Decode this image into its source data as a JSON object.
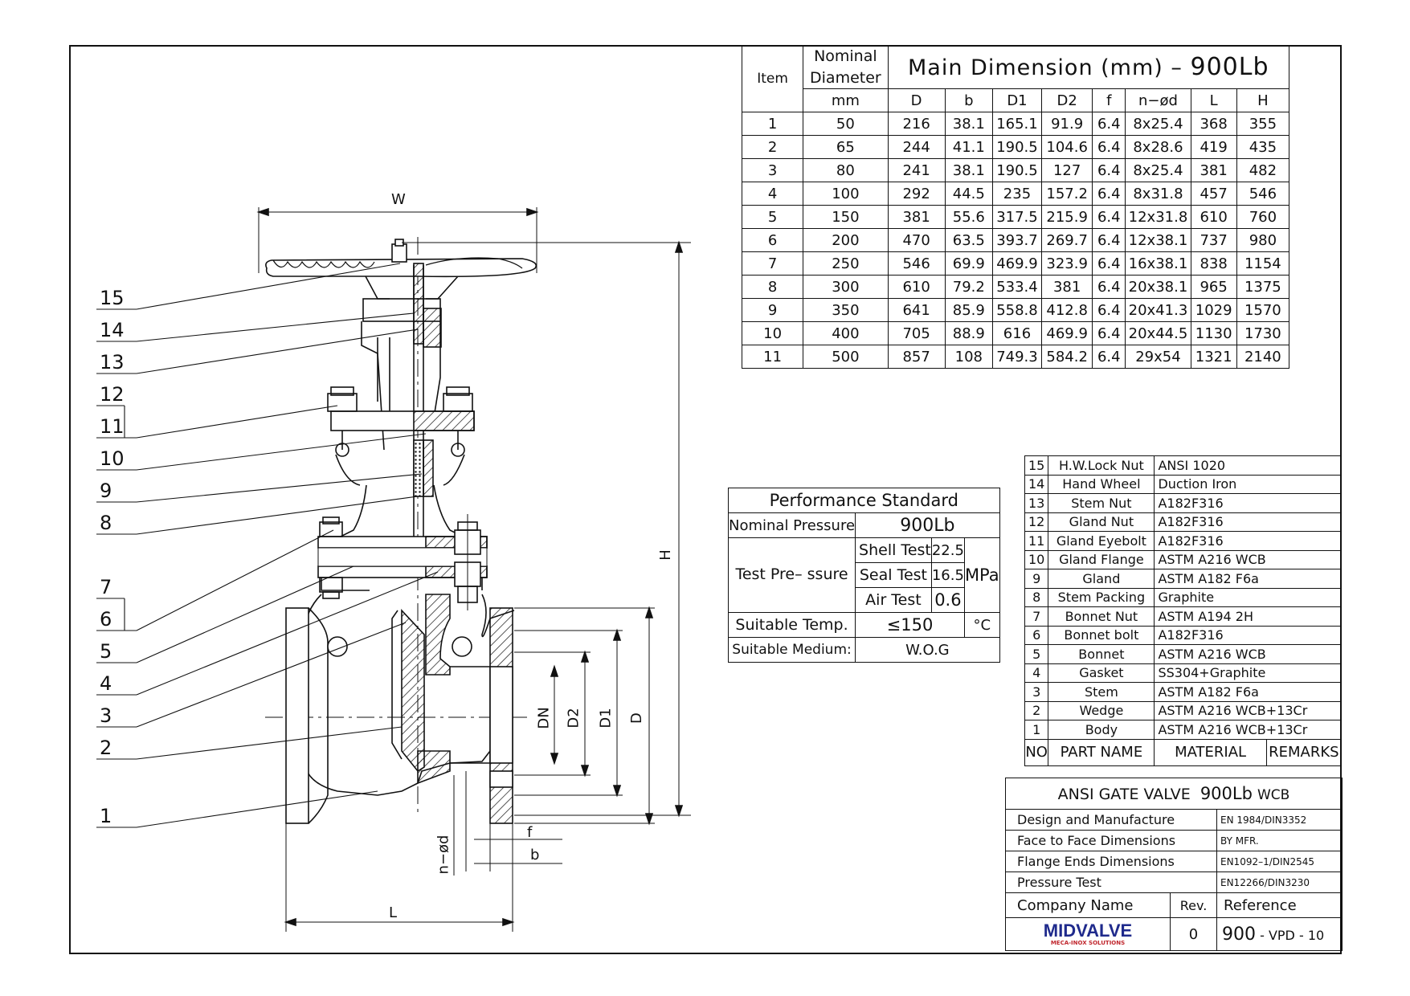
{
  "callouts": [
    "15",
    "14",
    "13",
    "12",
    "11",
    "10",
    "9",
    "8",
    "7",
    "6",
    "5",
    "4",
    "3",
    "2",
    "1"
  ],
  "dim_labels": {
    "W": "W",
    "H": "H",
    "L": "L",
    "DN": "DN",
    "D2": "D2",
    "D1": "D1",
    "D": "D",
    "f": "f",
    "b": "b",
    "nd": "n−ød"
  },
  "dimension_table": {
    "title": "Main Dimension (mm) – ",
    "title_class": "900Lb",
    "item_header": "Item",
    "nominal_header": "Nominal Diameter",
    "unit": "mm",
    "columns": [
      "D",
      "b",
      "D1",
      "D2",
      "f",
      "n−ød",
      "L",
      "H"
    ],
    "rows": [
      [
        "1",
        "50",
        "216",
        "38.1",
        "165.1",
        "91.9",
        "6.4",
        "8x25.4",
        "368",
        "355"
      ],
      [
        "2",
        "65",
        "244",
        "41.1",
        "190.5",
        "104.6",
        "6.4",
        "8x28.6",
        "419",
        "435"
      ],
      [
        "3",
        "80",
        "241",
        "38.1",
        "190.5",
        "127",
        "6.4",
        "8x25.4",
        "381",
        "482"
      ],
      [
        "4",
        "100",
        "292",
        "44.5",
        "235",
        "157.2",
        "6.4",
        "8x31.8",
        "457",
        "546"
      ],
      [
        "5",
        "150",
        "381",
        "55.6",
        "317.5",
        "215.9",
        "6.4",
        "12x31.8",
        "610",
        "760"
      ],
      [
        "6",
        "200",
        "470",
        "63.5",
        "393.7",
        "269.7",
        "6.4",
        "12x38.1",
        "737",
        "980"
      ],
      [
        "7",
        "250",
        "546",
        "69.9",
        "469.9",
        "323.9",
        "6.4",
        "16x38.1",
        "838",
        "1154"
      ],
      [
        "8",
        "300",
        "610",
        "79.2",
        "533.4",
        "381",
        "6.4",
        "20x38.1",
        "965",
        "1375"
      ],
      [
        "9",
        "350",
        "641",
        "85.9",
        "558.8",
        "412.8",
        "6.4",
        "20x41.3",
        "1029",
        "1570"
      ],
      [
        "10",
        "400",
        "705",
        "88.9",
        "616",
        "469.9",
        "6.4",
        "20x44.5",
        "1130",
        "1730"
      ],
      [
        "11",
        "500",
        "857",
        "108",
        "749.3",
        "584.2",
        "6.4",
        "29x54",
        "1321",
        "2140"
      ]
    ]
  },
  "performance": {
    "title": "Performance Standard",
    "nominal_pressure_label": "Nominal Pressure",
    "nominal_pressure": "900Lb",
    "test_label": "Test Pre– ssure",
    "shell_label": "Shell Test",
    "shell_value": "22.5",
    "seal_label": "Seal Test",
    "seal_value": "16.5",
    "air_label": "Air Test",
    "air_value": "0.6",
    "mpa": "MPa",
    "temp_label": "Suitable Temp.",
    "temp_value": "≤150",
    "temp_unit": "°C",
    "medium_label": "Suitable Medium:",
    "medium_value": "W.O.G"
  },
  "parts": [
    [
      "15",
      "H.W.Lock Nut",
      "ANSI 1020"
    ],
    [
      "14",
      "Hand Wheel",
      "Duction Iron"
    ],
    [
      "13",
      "Stem Nut",
      "A182F316"
    ],
    [
      "12",
      "Gland Nut",
      "A182F316"
    ],
    [
      "11",
      "Gland Eyebolt",
      "A182F316"
    ],
    [
      "10",
      "Gland Flange",
      "ASTM A216 WCB"
    ],
    [
      "9",
      "Gland",
      "ASTM A182 F6a"
    ],
    [
      "8",
      "Stem Packing",
      "Graphite"
    ],
    [
      "7",
      "Bonnet Nut",
      "ASTM A194 2H"
    ],
    [
      "6",
      "Bonnet bolt",
      "A182F316"
    ],
    [
      "5",
      "Bonnet",
      "ASTM A216 WCB"
    ],
    [
      "4",
      "Gasket",
      "SS304+Graphite"
    ],
    [
      "3",
      "Stem",
      "ASTM A182 F6a"
    ],
    [
      "2",
      "Wedge",
      "ASTM A216 WCB+13Cr"
    ],
    [
      "1",
      "Body",
      "ASTM A216 WCB+13Cr"
    ]
  ],
  "parts_header": {
    "no": "NO",
    "name": "PART NAME",
    "material": "MATERIAL",
    "remarks": "REMARKS"
  },
  "title_block": {
    "title": "ANSI GATE VALVE",
    "title_class": "900Lb",
    "title_mat": "WCB",
    "rows": [
      [
        "Design and Manufacture",
        "EN 1984/DIN3352"
      ],
      [
        "Face to Face Dimensions",
        "BY MFR."
      ],
      [
        "Flange Ends Dimensions",
        "EN1092–1/DIN2545"
      ],
      [
        "Pressure Test",
        "EN12266/DIN3230"
      ]
    ],
    "company_label": "Company Name",
    "rev_label": "Rev.",
    "reference_label": "Reference",
    "logo_text": "MIDVALVE",
    "logo_sub": "MECA-INOX SOLUTIONS",
    "rev_value": "0",
    "ref_main": "900",
    "ref_suffix": "- VPD - 10"
  },
  "colors": {
    "line": "#111111",
    "logo": "#1f2a8c",
    "logo_sub": "#c0262d"
  }
}
